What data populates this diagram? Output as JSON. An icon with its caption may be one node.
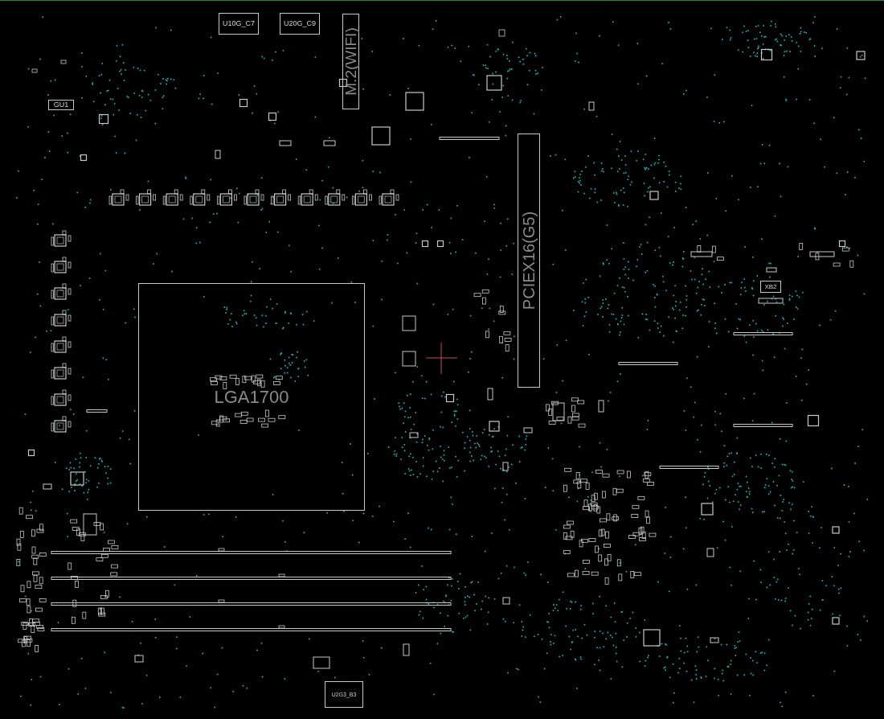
{
  "diagram": {
    "nodes": [
      {
        "text": [
          "U10G_C7"
        ]
      },
      {
        "text": [
          "U20G_C9"
        ]
      },
      {
        "text": [
          "M.2(WIFI)"
        ]
      },
      {
        "text": [
          "GU1"
        ]
      },
      {
        "text": [
          "LGA1700"
        ]
      },
      {
        "text": [
          "PCIEX16(G5)"
        ]
      },
      {
        "text": [
          "XB2"
        ]
      },
      {
        "text": [
          "U2G3_B3"
        ]
      }
    ]
  }
}
